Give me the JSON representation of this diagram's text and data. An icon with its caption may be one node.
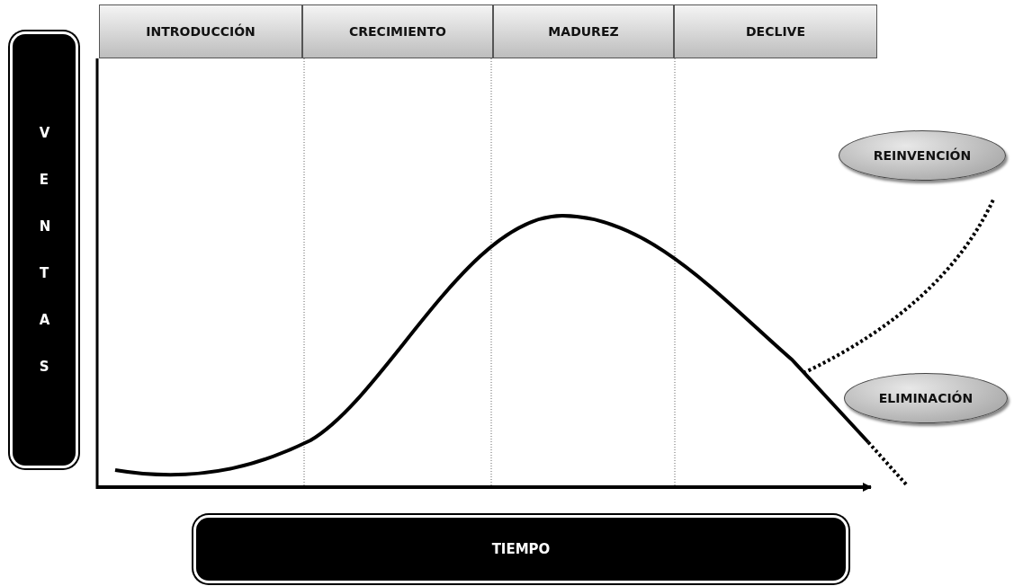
{
  "diagram": {
    "nodes": [
      {
        "text": [
          "INTRODUCCIÓN"
        ]
      },
      {
        "text": [
          "CRECIMIENTO"
        ]
      },
      {
        "text": [
          "MADUREZ"
        ]
      },
      {
        "text": [
          "DECLIVE"
        ]
      },
      {
        "text": [
          "V E N T A S"
        ]
      },
      {
        "text": [
          "TIEMPO"
        ]
      },
      {
        "text": [
          "REINVENCIÓN"
        ]
      },
      {
        "text": [
          "ELIMINACIÓN"
        ]
      }
    ]
  }
}
